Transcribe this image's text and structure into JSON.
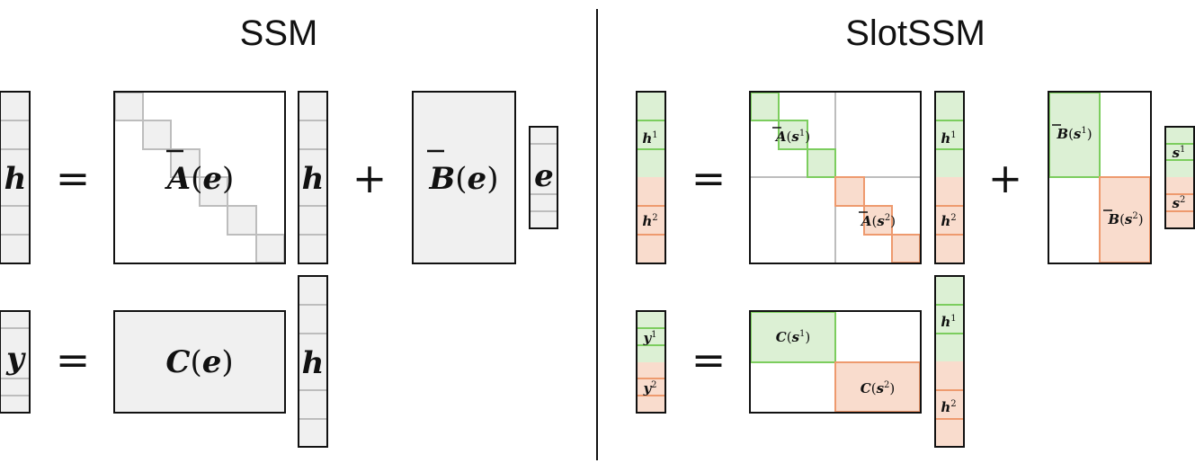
{
  "titles": {
    "left": "SSM",
    "right": "SlotSSM"
  },
  "symbols": {
    "equals": "=",
    "plus": "+"
  },
  "ssm": {
    "state_vector": "h",
    "transition_matrix": {
      "name": "A",
      "arg_open": "(",
      "arg": "e",
      "arg_close": ")"
    },
    "input_matrix": {
      "name": "B",
      "arg_open": "(",
      "arg": "e",
      "arg_close": ")"
    },
    "input_vector": "e",
    "output_vector": "y",
    "output_matrix": {
      "name": "C",
      "arg_open": "(",
      "arg": "e",
      "arg_close": ")"
    }
  },
  "slotssm": {
    "slot_state_1": {
      "base": "h",
      "sup": "1"
    },
    "slot_state_2": {
      "base": "h",
      "sup": "2"
    },
    "slot_input_1": {
      "base": "s",
      "sup": "1"
    },
    "slot_input_2": {
      "base": "s",
      "sup": "2"
    },
    "slot_output_1": {
      "base": "y",
      "sup": "1"
    },
    "slot_output_2": {
      "base": "y",
      "sup": "2"
    },
    "A_block_1": {
      "name": "A",
      "arg": "s",
      "sup": "1"
    },
    "A_block_2": {
      "name": "A",
      "arg": "s",
      "sup": "2"
    },
    "B_block_1": {
      "name": "B",
      "arg": "s",
      "sup": "1"
    },
    "B_block_2": {
      "name": "B",
      "arg": "s",
      "sup": "2"
    },
    "C_block_1": {
      "name": "C",
      "arg": "s",
      "sup": "1"
    },
    "C_block_2": {
      "name": "C",
      "arg": "s",
      "sup": "2"
    }
  },
  "colors": {
    "slot1_fill": "#dcf0d4",
    "slot1_stroke": "#7ccd5e",
    "slot2_fill": "#f9dccd",
    "slot2_stroke": "#ee9a6e",
    "gray_fill": "#f0f0f0",
    "gray_stroke": "#bdbdbd",
    "outline": "#111111"
  }
}
